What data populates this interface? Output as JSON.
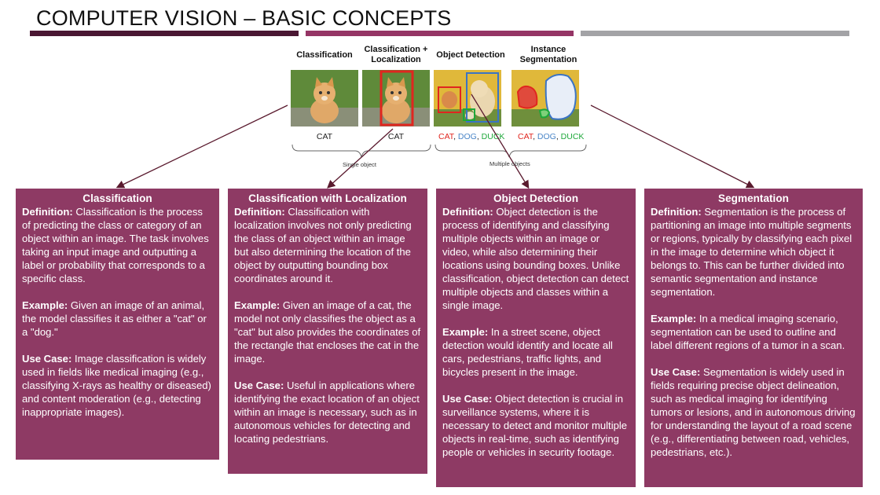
{
  "header": {
    "title": "COMPUTER VISION – BASIC CONCEPTS"
  },
  "figure": {
    "panels": [
      {
        "title": "Classification"
      },
      {
        "title": "Classification + Localization"
      },
      {
        "title": "Object Detection"
      },
      {
        "title": "Instance Segmentation"
      }
    ],
    "label_single": "CAT",
    "label_multi": {
      "cat": "CAT",
      "sep1": ", ",
      "dog": "DOG",
      "sep2": ", ",
      "duck": "DUCK"
    },
    "brace_single": "Single object",
    "brace_multi": "Multiple objects"
  },
  "cards": [
    {
      "title": "Classification",
      "definition": {
        "label": "Definition:",
        "text": "Classification is the process of predicting the class or category of an object within an image. The task involves taking an input image and outputting a label or probability that corresponds to a specific class."
      },
      "example": {
        "label": "Example:",
        "text": "Given an image of an animal, the model classifies it as either a \"cat\" or a \"dog.\""
      },
      "use_case": {
        "label": "Use Case:",
        "text": "Image classification is widely used in fields like medical imaging (e.g., classifying X-rays as healthy or diseased) and content moderation (e.g., detecting inappropriate images)."
      }
    },
    {
      "title": "Classification with Localization",
      "definition": {
        "label": "Definition:",
        "text": "Classification with localization involves not only predicting the class of an object within an image but also determining the location of the object by outputting bounding box coordinates around it."
      },
      "example": {
        "label": "Example:",
        "text": "Given an image of a cat, the model not only classifies the object as a \"cat\" but also provides the coordinates of the rectangle that encloses the cat in the image."
      },
      "use_case": {
        "label": "Use Case:",
        "text": "Useful in applications where identifying the exact location of an object within an image is necessary, such as in autonomous vehicles for detecting and locating pedestrians."
      }
    },
    {
      "title": "Object Detection",
      "definition": {
        "label": "Definition:",
        "text": "Object detection is the process of identifying and classifying multiple objects within an image or video, while also determining their locations using bounding boxes. Unlike classification, object detection can detect multiple objects and classes within a single image."
      },
      "example": {
        "label": "Example:",
        "text": "In a street scene, object detection would identify and locate all cars, pedestrians, traffic lights, and bicycles present in the image."
      },
      "use_case": {
        "label": "Use Case:",
        "text": "Object detection is crucial in surveillance systems, where it is necessary to detect and monitor multiple objects in real-time, such as identifying people or vehicles in security footage."
      }
    },
    {
      "title": "Segmentation",
      "definition": {
        "label": "Definition:",
        "text": "Segmentation is the process of partitioning an image into multiple segments or regions, typically by classifying each pixel in the image to determine which object it belongs to. This can be further divided into semantic segmentation and instance segmentation."
      },
      "example": {
        "label": "Example:",
        "text": "In a medical imaging scenario, segmentation can be used to outline and label different regions of a tumor in a scan."
      },
      "use_case": {
        "label": "Use Case:",
        "text": "Segmentation is widely used in fields requiring precise object delineation, such as medical imaging for identifying tumors or lesions, and in autonomous driving for understanding the layout of a road scene (e.g., differentiating between road, vehicles, pedestrians, etc.)."
      }
    }
  ]
}
